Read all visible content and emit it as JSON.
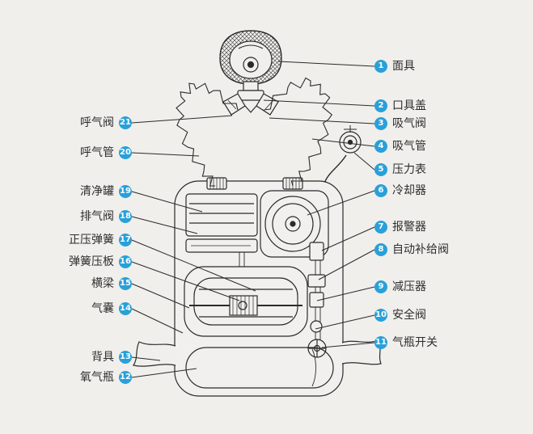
{
  "diagram": {
    "type": "labeled-technical-diagram",
    "subject": "oxygen breathing apparatus cutaway",
    "background_color": "#f0efec",
    "line_color": "#2b2b2b",
    "badge_color": "#29a0d8",
    "left_labels": [
      {
        "num": "21",
        "label": "呼气阀"
      },
      {
        "num": "20",
        "label": "呼气管"
      },
      {
        "num": "19",
        "label": "清净罐"
      },
      {
        "num": "18",
        "label": "排气阀"
      },
      {
        "num": "17",
        "label": "正压弹簧"
      },
      {
        "num": "16",
        "label": "弹簧压板"
      },
      {
        "num": "15",
        "label": "横梁"
      },
      {
        "num": "14",
        "label": "气囊"
      },
      {
        "num": "13",
        "label": "背具"
      },
      {
        "num": "12",
        "label": "氧气瓶"
      }
    ],
    "right_labels": [
      {
        "num": "1",
        "label": "面具"
      },
      {
        "num": "2",
        "label": "口具盖"
      },
      {
        "num": "3",
        "label": "吸气阀"
      },
      {
        "num": "4",
        "label": "吸气管"
      },
      {
        "num": "5",
        "label": "压力表"
      },
      {
        "num": "6",
        "label": "冷却器"
      },
      {
        "num": "7",
        "label": "报警器"
      },
      {
        "num": "8",
        "label": "自动补给阀"
      },
      {
        "num": "9",
        "label": "减压器"
      },
      {
        "num": "10",
        "label": "安全阀"
      },
      {
        "num": "11",
        "label": "气瓶开关"
      }
    ]
  }
}
